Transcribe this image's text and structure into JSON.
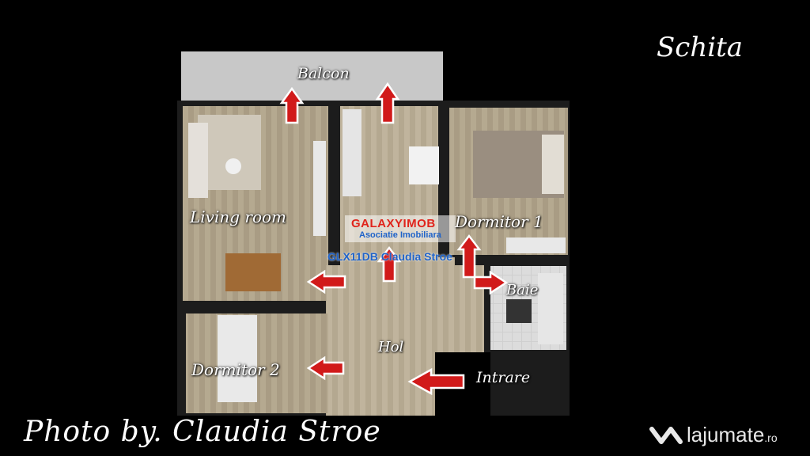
{
  "title": "Schita",
  "rooms": {
    "balcon": "Balcon",
    "living": "Living room",
    "dormitor1": "Dormitor 1",
    "dormitor2": "Dormitor 2",
    "baie": "Baie",
    "hol": "Hol",
    "intrare": "Intrare"
  },
  "watermark": {
    "brand_part1": "GALAXY",
    "brand_part2": "IMOB",
    "subtitle": "Asociatie Imobiliara",
    "agent": "GLX11DB Claudia Stroe"
  },
  "credit": "Photo by. Claudia Stroe",
  "site_logo": {
    "name": "lajumate",
    "suffix": ".ro"
  },
  "colors": {
    "arrow": "#d11a1a",
    "brand_red": "#e0241b",
    "brand_blue": "#1f63c9",
    "balcony": "#c8c8c8"
  }
}
